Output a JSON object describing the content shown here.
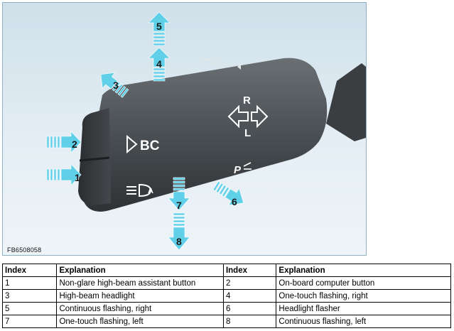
{
  "figure": {
    "code": "FB6508058",
    "lever_labels": {
      "bc": "BC",
      "right": "R",
      "left": "L",
      "p": "P"
    },
    "callouts": [
      "1",
      "2",
      "3",
      "4",
      "5",
      "6",
      "7",
      "8"
    ],
    "arrow_color": "#5fd0e8"
  },
  "table": {
    "headers": [
      "Index",
      "Explanation",
      "Index",
      "Explanation"
    ],
    "rows": [
      [
        "1",
        "Non-glare high-beam assistant button",
        "2",
        "On-board computer button"
      ],
      [
        "3",
        "High-beam headlight",
        "4",
        "One-touch flashing, right"
      ],
      [
        "5",
        "Continuous flashing, right",
        "6",
        "Headlight flasher"
      ],
      [
        "7",
        "One-touch flashing, left",
        "8",
        "Continuous flashing, left"
      ]
    ]
  }
}
